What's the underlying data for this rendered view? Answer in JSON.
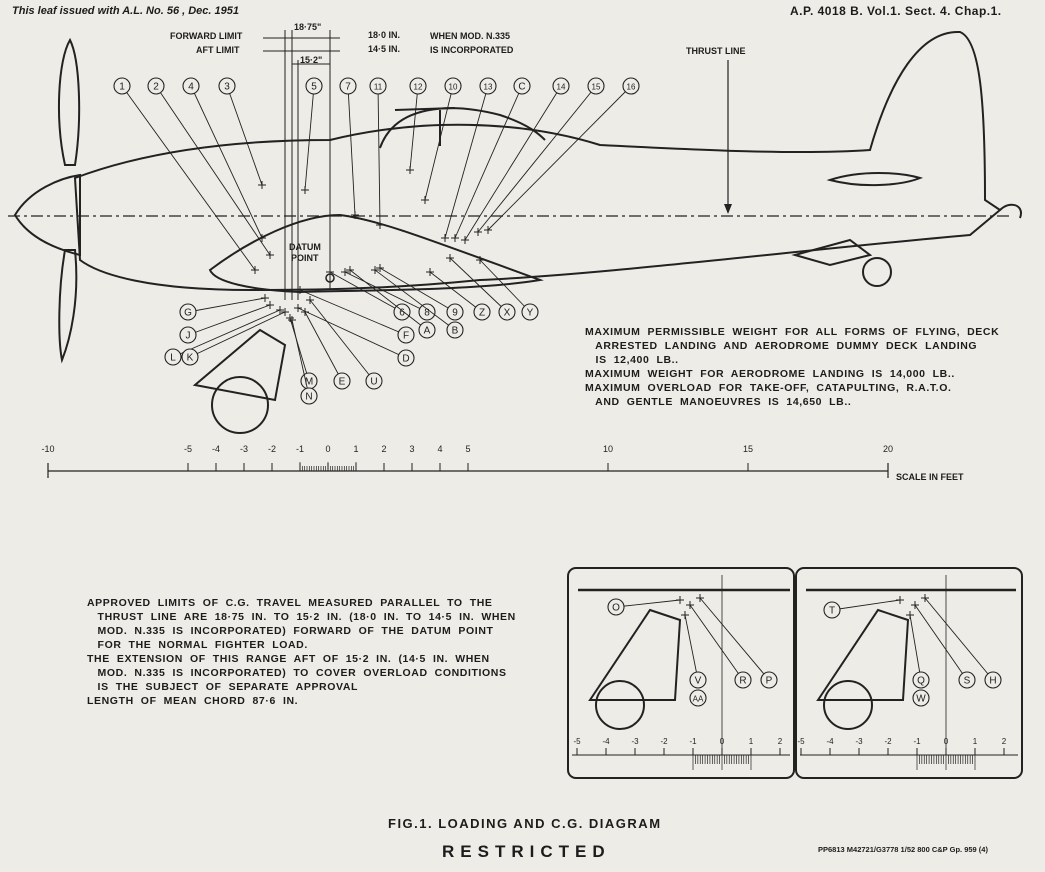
{
  "header": {
    "leaf_issue": "This leaf issued with A.L. No. 56  , Dec. 1951",
    "reference": "A.P. 4018 B.  Vol.1.  Sect. 4.  Chap.1."
  },
  "limits": {
    "forward_label": "FORWARD LIMIT",
    "aft_label": "AFT LIMIT",
    "dim_1875": "18·75\"",
    "dim_152": "15·2\"",
    "dim_18": "18·0 IN.",
    "dim_145": "14·5 IN.",
    "mod_note_1": "WHEN MOD. N.335",
    "mod_note_2": "IS INCORPORATED"
  },
  "labels": {
    "thrust_line": "THRUST LINE",
    "datum_1": "DATUM",
    "datum_2": "POINT",
    "scale_in_feet": "SCALE  IN  FEET"
  },
  "callouts_top": [
    "1",
    "2",
    "4",
    "3",
    "5",
    "7",
    "11",
    "12",
    "10",
    "13",
    "C",
    "14",
    "15",
    "16"
  ],
  "callouts_lower": [
    "6",
    "8",
    "9",
    "Z",
    "X",
    "Y",
    "A",
    "B",
    "G",
    "J",
    "L",
    "K",
    "F",
    "D",
    "M",
    "N",
    "E",
    "U"
  ],
  "inset_left_callouts": [
    "O",
    "V",
    "AA",
    "R",
    "P"
  ],
  "inset_right_callouts": [
    "T",
    "Q",
    "W",
    "S",
    "H"
  ],
  "scale_ticks": [
    "-10",
    "-5",
    "-4",
    "-3",
    "-2",
    "-1",
    "0",
    "1",
    "2",
    "3",
    "4",
    "5",
    "10",
    "15",
    "20"
  ],
  "inset_scale_ticks": [
    "-5",
    "-4",
    "-3",
    "-2",
    "-1",
    "0",
    "1",
    "2"
  ],
  "weights_note": "MAXIMUM  PERMISSIBLE  WEIGHT  FOR  ALL  FORMS  OF  FLYING,  DECK\n   ARRESTED  LANDING  AND  AERODROME  DUMMY  DECK  LANDING\n   IS  12,400  LB..\nMAXIMUM  WEIGHT  FOR  AERODROME  LANDING  IS  14,000  LB..\nMAXIMUM  OVERLOAD  FOR  TAKE-OFF,  CATAPULTING,  R.A.T.O.\n   AND  GENTLE  MANOEUVRES  IS  14,650  LB..",
  "limits_note": "APPROVED  LIMITS  OF  C.G.  TRAVEL  MEASURED  PARALLEL  TO  THE\n   THRUST  LINE  ARE  18·75  IN.  TO  15·2  IN.  (18·0  IN.  TO  14·5  IN.  WHEN\n   MOD.  N.335  IS  INCORPORATED)  FORWARD  OF  THE  DATUM  POINT\n   FOR  THE  NORMAL  FIGHTER  LOAD.\nTHE  EXTENSION  OF  THIS  RANGE  AFT  OF  15·2  IN.  (14·5  IN.  WHEN\n   MOD.  N.335  IS  INCORPORATED)  TO  COVER  OVERLOAD  CONDITIONS\n   IS  THE  SUBJECT  OF  SEPARATE  APPROVAL\nLENGTH  OF  MEAN  CHORD  87·6  IN.",
  "footer": {
    "figure_title": "FIG.1. LOADING AND C.G. DIAGRAM",
    "classification": "RESTRICTED",
    "print_ref": "PP6813   M42721/G3778   1/52   800   C&P  Gp. 959 (4)"
  }
}
